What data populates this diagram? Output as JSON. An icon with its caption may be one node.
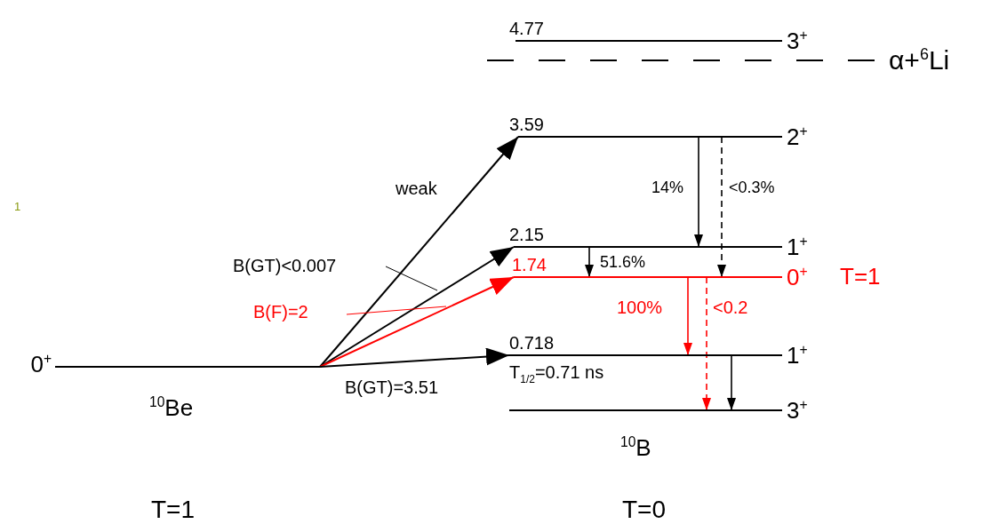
{
  "diagram": {
    "nodes": [
      {
        "text": [
          "0$^{+}$"
        ]
      },
      {
        "text": [
          "4.77",
          "3$^{+}$"
        ]
      },
      {
        "text": [
          "3.59",
          "2$^{+}$"
        ]
      },
      {
        "text": [
          "2.15",
          "1$^{+}$"
        ]
      },
      {
        "text": [
          "1.74",
          "0$^{+}$",
          "T=1"
        ]
      },
      {
        "text": [
          "0.718",
          "1$^{+}$"
        ],
        "beside": [
          "T$_{1/2}$=0.71 ns"
        ]
      },
      {
        "text": [
          "3$^{+}$"
        ]
      }
    ],
    "edges": [
      {
        "from": 0,
        "to": 2,
        "arrow": "to",
        "label": "weak"
      },
      {
        "from": 0,
        "to": 3,
        "arrow": "to",
        "label": "B(GT)<0.007"
      },
      {
        "from": 0,
        "to": 4,
        "arrow": "to",
        "label": "B(F)=2",
        "color": "#ff0000"
      },
      {
        "from": 0,
        "to": 5,
        "arrow": "to",
        "label": "B(GT)=3.51"
      },
      {
        "from": 2,
        "to": 3,
        "arrow": "to",
        "label": "14%"
      },
      {
        "from": 2,
        "to": 4,
        "arrow": "to",
        "label": "<0.3%",
        "style": "dashed"
      },
      {
        "from": 3,
        "to": 4,
        "arrow": "to",
        "label": "51.6%"
      },
      {
        "from": 4,
        "to": 5,
        "arrow": "to",
        "label": "100%",
        "color": "#ff0000"
      },
      {
        "from": 4,
        "to": 6,
        "arrow": "to",
        "label": "<0.2",
        "color": "#ff0000",
        "style": "dashed"
      },
      {
        "from": 5,
        "to": 6,
        "arrow": "to"
      }
    ],
    "labels": [
      "1",
      "α+$^{6}$Li",
      "$^{10}$Be",
      "$^{10}$B",
      "T=1",
      "T=0"
    ]
  }
}
